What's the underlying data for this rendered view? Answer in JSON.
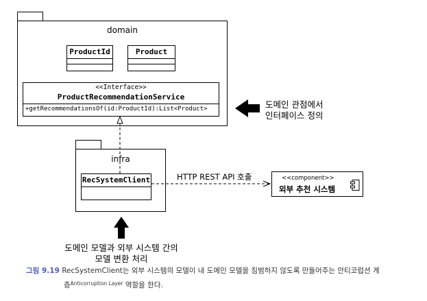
{
  "packages": {
    "domain": {
      "label": "domain"
    },
    "infra": {
      "label": "infra"
    }
  },
  "classes": {
    "product_id": {
      "name": "ProductId"
    },
    "product": {
      "name": "Product"
    },
    "recommendation_service": {
      "stereotype": "<<Interface>>",
      "name": "ProductRecommendationService",
      "operation": "+getRecommendationsOf(id:ProductId):List<Product>"
    },
    "rec_system_client": {
      "name": "RecSystemClient"
    },
    "external_component": {
      "stereotype": "<<component>>",
      "name": "외부 추천 시스템",
      "icon": "component-icon"
    }
  },
  "connectors": {
    "http_label": "HTTP REST API 호출"
  },
  "notes": {
    "interface_view": {
      "line1": "도메인 관점에서",
      "line2": "인터페이스 정의"
    },
    "translation": {
      "line1": "도메인 모델과 외부 시스템 간의",
      "line2": "모델 변환 처리"
    }
  },
  "caption": {
    "figure_label": "그림 9.19",
    "text_1": " RecSystemClient는 외부 시스템의 모델이 내 도메인 모델을 침범하지 않도록 만들어주는 안티코럽션 계",
    "text_2a": "층",
    "text_2_sup": "Anticorruption Layer",
    "text_2b": " 역할을 한다."
  },
  "colors": {
    "figure_label": "#4a5dbf",
    "line": "#000000",
    "caption_text": "#333333"
  }
}
